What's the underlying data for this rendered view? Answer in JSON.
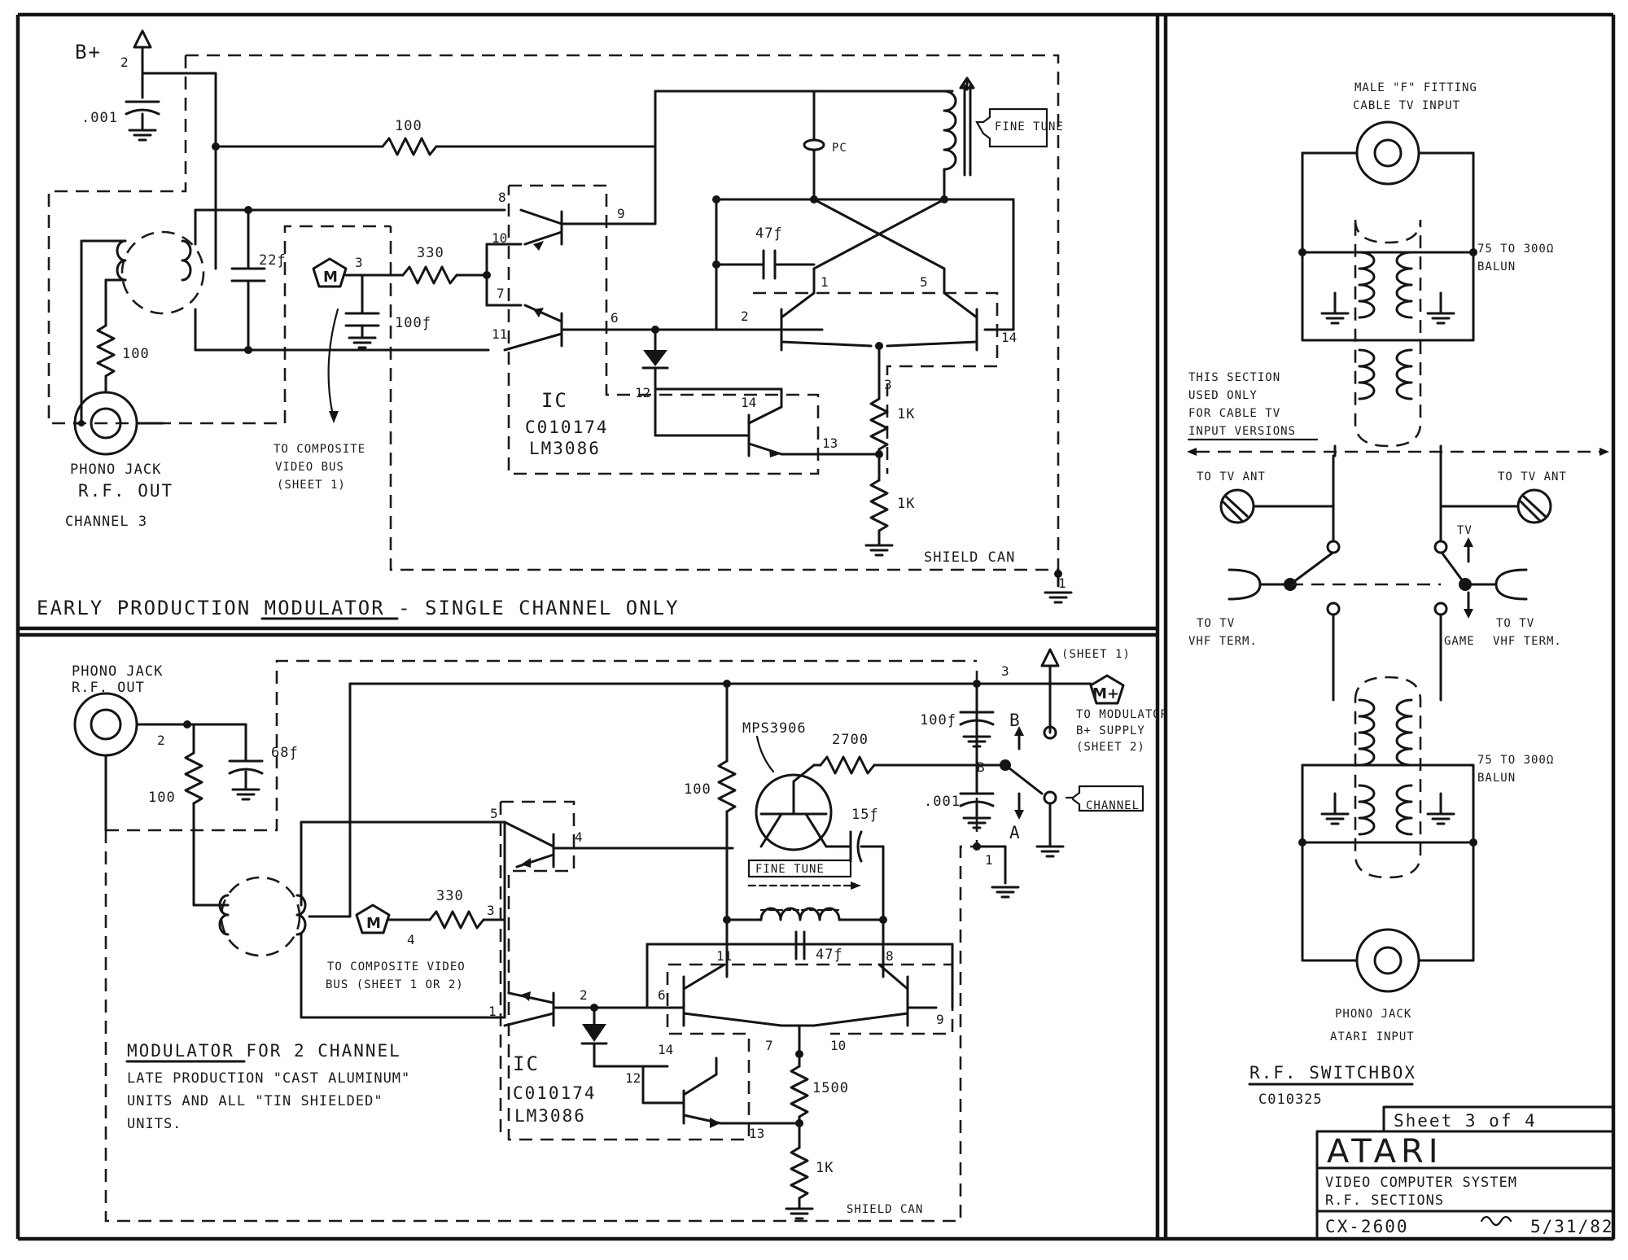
{
  "modulator_early": {
    "title": "EARLY PRODUCTION MODULATOR - SINGLE CHANNEL ONLY",
    "title_underlined_word": "MODULATOR",
    "bplus_label": "B+",
    "bplus_pin": "2",
    "cap_001": ".001",
    "res_100_top": "100",
    "res_100_left": "100",
    "cap_22": "22ƒ",
    "res_330": "330",
    "cap_100": "100ƒ",
    "cap_47": "47ƒ",
    "cap_pc": "PC",
    "fine_tune": "FINE TUNE",
    "res_1k_a": "1K",
    "res_1k_b": "1K",
    "ic_label": "IC",
    "ic_part_1": "C010174",
    "ic_part_2": "LM3086",
    "jack_label_1": "PHONO JACK",
    "jack_label_2": "R.F. OUT",
    "jack_label_3": "CHANNEL 3",
    "composite_1": "TO COMPOSITE",
    "composite_2": "VIDEO BUS",
    "composite_3": "(SHEET 1)",
    "shield": "SHIELD CAN",
    "pins": [
      "8",
      "10",
      "7",
      "11",
      "9",
      "6",
      "2",
      "1",
      "5",
      "14",
      "12",
      "13",
      "3",
      "14",
      "3",
      "1"
    ]
  },
  "modulator_late": {
    "title_line_1": "MODULATOR FOR 2 CHANNEL",
    "title_line_2": "LATE PRODUCTION \"CAST ALUMINUM\"",
    "title_line_3": "UNITS AND ALL \"TIN SHIELDED\"",
    "title_line_4": "UNITS.",
    "jack_label_1": "PHONO JACK",
    "jack_label_2": "R.F. OUT",
    "cap_68": "68ƒ",
    "res_100_a": "100",
    "res_100_b": "100",
    "transistor": "MPS3906",
    "res_2700": "2700",
    "cap_15": "15ƒ",
    "cap_100": "100ƒ",
    "cap_001": ".001",
    "cap_47": "47ƒ",
    "fine_tune": "FINE TUNE",
    "res_330": "330",
    "res_1500": "1500",
    "res_1k": "1K",
    "ic_label": "IC",
    "ic_part_1": "C010174",
    "ic_part_2": "LM3086",
    "composite_1": "TO COMPOSITE VIDEO",
    "composite_2": "BUS (SHEET 1 OR 2)",
    "sheet1": "(SHEET 1)",
    "bsupply_1": "TO MODULATOR",
    "bsupply_2": "B+ SUPPLY",
    "bsupply_3": "(SHEET 2)",
    "switch_b": "B",
    "switch_a": "A",
    "channel": "CHANNEL",
    "shield": "SHIELD CAN",
    "pins": [
      "2",
      "5",
      "4",
      "3",
      "4",
      "1",
      "2",
      "6",
      "11",
      "8",
      "9",
      "14",
      "12",
      "13",
      "7",
      "10",
      "3",
      "B",
      "1"
    ]
  },
  "switchbox": {
    "title": "R.F. SWITCHBOX",
    "part": "C010325",
    "f_fitting_1": "MALE \"F\" FITTING",
    "f_fitting_2": "CABLE TV INPUT",
    "balun_top_1": "75 TO 300Ω",
    "balun_top_2": "BALUN",
    "balun_bot_1": "75 TO 300Ω",
    "balun_bot_2": "BALUN",
    "section_1": "THIS SECTION",
    "section_2": "USED ONLY",
    "section_3": "FOR CABLE TV",
    "section_4": "INPUT VERSIONS",
    "tv_ant_left": "TO TV ANT",
    "tv_ant_right": "TO TV ANT",
    "vhf_left_1": "TO TV",
    "vhf_left_2": "VHF TERM.",
    "vhf_right_1": "TO TV",
    "vhf_right_2": "VHF TERM.",
    "tv": "TV",
    "game": "GAME",
    "jack_1": "PHONO JACK",
    "jack_2": "ATARI INPUT"
  },
  "title_block": {
    "sheet": "Sheet 3 of 4",
    "brand": "ATARI",
    "line_1": "VIDEO COMPUTER SYSTEM",
    "line_2": "R.F. SECTIONS",
    "model": "CX-2600",
    "date": "5/31/82"
  },
  "motor_symbol": "M",
  "motor_plus_symbol": "M+"
}
